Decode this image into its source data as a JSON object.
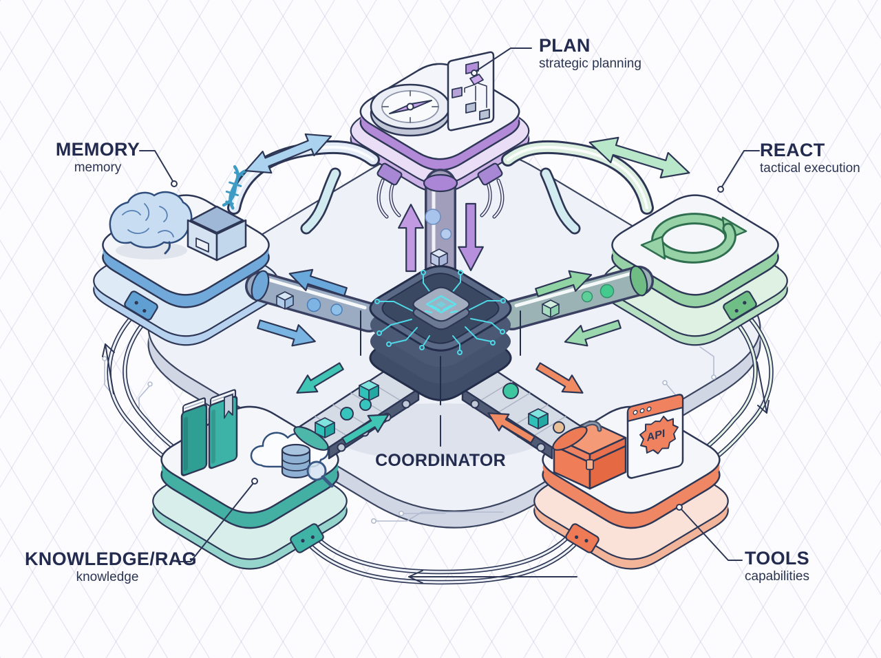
{
  "title": "AI agent architecture diagram",
  "labels": {
    "plan": {
      "title": "PLAN",
      "subtitle": "strategic planning"
    },
    "memory": {
      "title": "MEMORY",
      "subtitle": "memory"
    },
    "react": {
      "title": "REACT",
      "subtitle": "tactical execution"
    },
    "knowledge": {
      "title": "KNOWLEDGE/RAG",
      "subtitle": "knowledge"
    },
    "tools": {
      "title": "TOOLS",
      "subtitle": "capabilities"
    },
    "coordinator": {
      "title": "COORDINATOR"
    }
  },
  "tools_window": {
    "api_label": "API"
  },
  "icons": {
    "plan": [
      "compass-icon",
      "flowchart-card-icon"
    ],
    "memory": [
      "brain-icon",
      "dna-box-icon"
    ],
    "react": [
      "loop-arrows-icon"
    ],
    "knowledge": [
      "books-icon",
      "cloud-icon",
      "database-icon",
      "magnifier-icon"
    ],
    "tools": [
      "toolbox-icon",
      "api-window-icon",
      "gear-icon"
    ],
    "coordinator": [
      "chip-icon",
      "circuit-traces-icon"
    ]
  },
  "colors": {
    "plan_accent": "#b48fd9",
    "memory_accent": "#5b9bd5",
    "react_accent": "#7dc98f",
    "knowledge_accent": "#45b5a9",
    "tools_accent": "#f0825f",
    "coordinator_top": "#5a6985",
    "circuit_glow": "#4fd9e8",
    "outline": "#2d3755",
    "grid": "#d7d9ea",
    "background": "#fcfcfe"
  }
}
